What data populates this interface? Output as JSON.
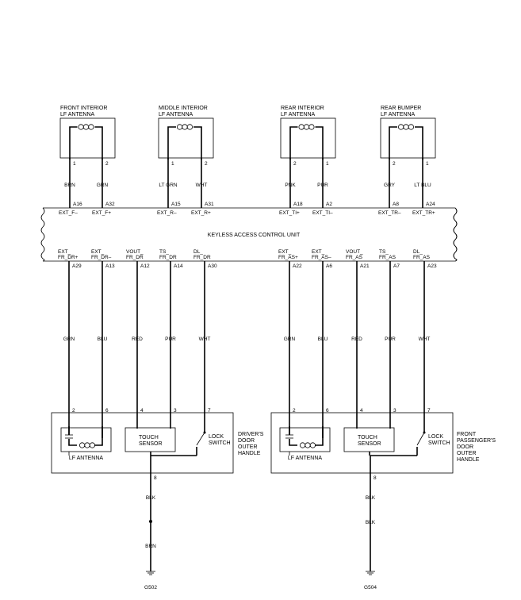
{
  "antennas": [
    {
      "name_lines": [
        "FRONT INTERIOR",
        "LF ANTENNA"
      ],
      "pin_left": "1",
      "pin_right": "2",
      "wire_left": "BRN",
      "wire_right": "GRN",
      "ecu_pin_left": "A16",
      "ecu_pin_right": "A32",
      "sig_left": "EXT_F–",
      "sig_right": "EXT_F+"
    },
    {
      "name_lines": [
        "MIDDLE INTERIOR",
        "LF ANTENNA"
      ],
      "pin_left": "1",
      "pin_right": "2",
      "wire_left": "LT GRN",
      "wire_right": "WHT",
      "ecu_pin_left": "A15",
      "ecu_pin_right": "A31",
      "sig_left": "EXT_R–",
      "sig_right": "EXT_R+"
    },
    {
      "name_lines": [
        "REAR INTERIOR",
        "LF ANTENNA"
      ],
      "pin_left": "2",
      "pin_right": "1",
      "wire_left": "PNK",
      "wire_right": "PUR",
      "ecu_pin_left": "A18",
      "ecu_pin_right": "A2",
      "sig_left": "EXT_TI+",
      "sig_right": "EXT_TI–"
    },
    {
      "name_lines": [
        "REAR BUMPER",
        "LF ANTENNA"
      ],
      "pin_left": "2",
      "pin_right": "1",
      "wire_left": "GRY",
      "wire_right": "LT BLU",
      "ecu_pin_left": "A8",
      "ecu_pin_right": "A24",
      "sig_left": "EXT_TR–",
      "sig_right": "EXT_TR+"
    }
  ],
  "ecu": {
    "name": "KEYLESS ACCESS CONTROL UNIT"
  },
  "handles": [
    {
      "label_lines": [
        "DRIVER'S",
        "DOOR",
        "OUTER",
        "HANDLE"
      ],
      "ground_pin": "8",
      "ground_wire_1": "BLK",
      "ground_wire_2": "BRN",
      "ground_name": "G502",
      "wires": [
        {
          "sig": [
            "EXT_",
            "FR_DR+"
          ],
          "ecu_pin": "A29",
          "color": "GRN",
          "handle_pin": "2"
        },
        {
          "sig": [
            "EXT_",
            "FR_DR–"
          ],
          "ecu_pin": "A13",
          "color": "BLU",
          "handle_pin": "6"
        },
        {
          "sig": [
            "VOUT_",
            "FR_DR"
          ],
          "ecu_pin": "A12",
          "color": "RED",
          "handle_pin": "4"
        },
        {
          "sig": [
            "TS_",
            "FR_DR"
          ],
          "ecu_pin": "A14",
          "color": "PUR",
          "handle_pin": "3"
        },
        {
          "sig": [
            "DL_",
            "FR_DR"
          ],
          "ecu_pin": "A30",
          "color": "WHT",
          "handle_pin": "7"
        }
      ],
      "antenna_label": "LF ANTENNA",
      "sensor_lines": [
        "TOUCH",
        "SENSOR"
      ],
      "switch_lines": [
        "LOCK",
        "SWITCH"
      ]
    },
    {
      "label_lines": [
        "FRONT",
        "PASSENGER'S",
        "DOOR",
        "OUTER",
        "HANDLE"
      ],
      "ground_pin": "8",
      "ground_wire_1": "BLK",
      "ground_name": "G504",
      "wires": [
        {
          "sig": [
            "EXT_",
            "FR_AS+"
          ],
          "ecu_pin": "A22",
          "color": "GRN",
          "handle_pin": "2"
        },
        {
          "sig": [
            "EXT_",
            "FR_AS–"
          ],
          "ecu_pin": "A6",
          "color": "BLU",
          "handle_pin": "6"
        },
        {
          "sig": [
            "VOUT_",
            "FR_AS"
          ],
          "ecu_pin": "A21",
          "color": "RED",
          "handle_pin": "4"
        },
        {
          "sig": [
            "TS_",
            "FR_AS"
          ],
          "ecu_pin": "A7",
          "color": "PUR",
          "handle_pin": "3"
        },
        {
          "sig": [
            "DL_",
            "FR_AS"
          ],
          "ecu_pin": "A23",
          "color": "WHT",
          "handle_pin": "7"
        }
      ],
      "antenna_label": "LF ANTENNA",
      "sensor_lines": [
        "TOUCH",
        "SENSOR"
      ],
      "switch_lines": [
        "LOCK",
        "SWITCH"
      ]
    }
  ]
}
